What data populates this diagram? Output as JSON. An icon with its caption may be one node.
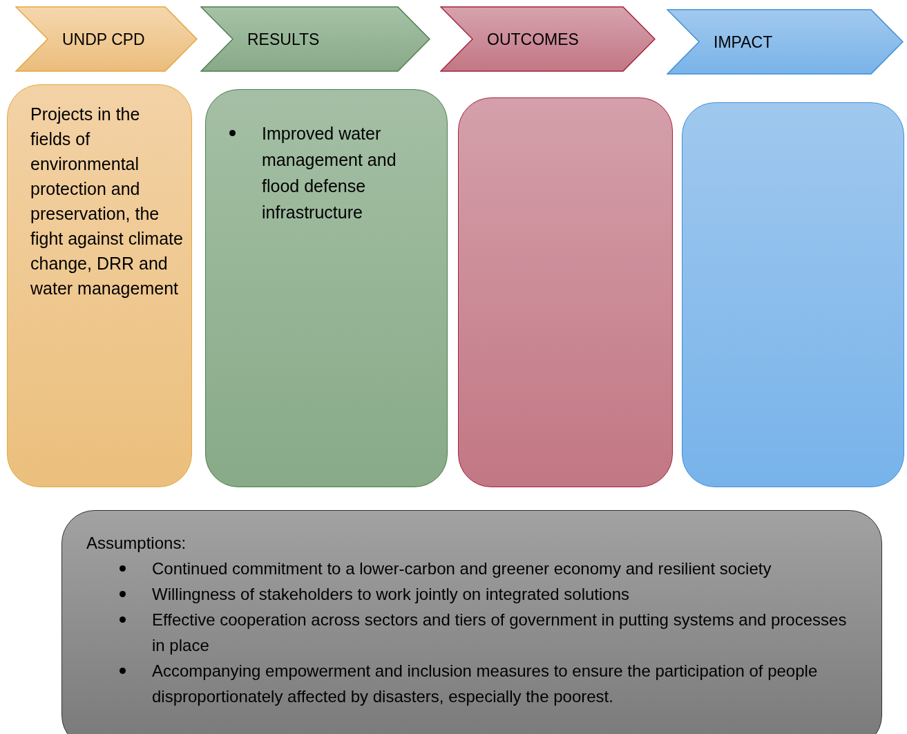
{
  "diagram": {
    "nodes": [
      {
        "text": [
          "UNDP CPD"
        ]
      },
      {
        "text": [
          "RESULTS"
        ]
      },
      {
        "text": [
          "OUTCOMES"
        ]
      },
      {
        "text": [
          "IMPACT"
        ]
      },
      {
        "text": [
          "Projects in the fields of environmental protection and preservation, the fight against climate change, DRR and water management"
        ]
      },
      {
        "text": [
          "Improved water management and flood defense infrastructure"
        ]
      },
      {
        "text": [],
        "shape": "box"
      },
      {
        "text": [],
        "shape": "box"
      },
      {
        "text": [
          "Assumptions:",
          "Continued commitment to a lower-carbon and greener economy and resilient society",
          "Willingness of stakeholders to work jointly on integrated solutions",
          "Effective cooperation across sectors and tiers of government in putting systems and processes in place",
          "Accompanying empowerment and inclusion measures to ensure the participation of people disproportionately affected by disasters, especially the poorest."
        ]
      }
    ]
  }
}
